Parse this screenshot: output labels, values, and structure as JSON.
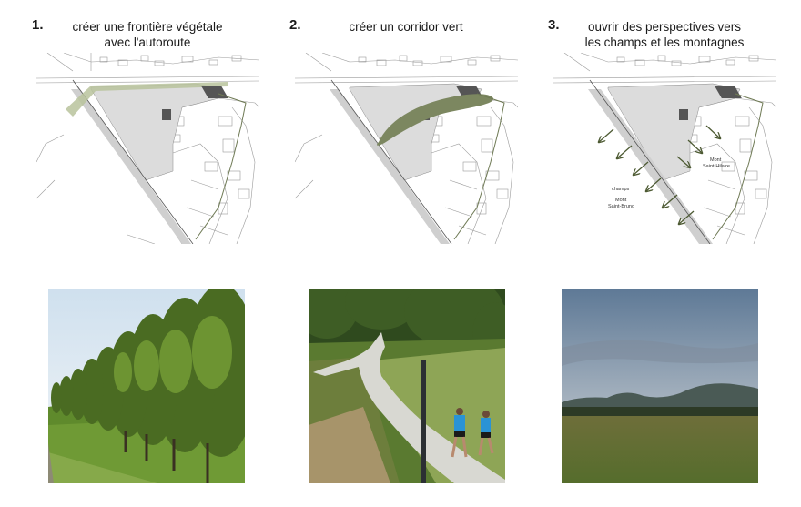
{
  "steps": [
    {
      "number": "1.",
      "caption_line1": "créer une frontière végétale",
      "caption_line2": "avec l'autoroute",
      "photo_icon": "tree-row-photo"
    },
    {
      "number": "2.",
      "caption_line1": "créer un corridor vert",
      "caption_line2": "",
      "photo_icon": "jogging-path-photo"
    },
    {
      "number": "3.",
      "caption_line1": "ouvrir des perspectives vers",
      "caption_line2": "les champs et les montagnes",
      "photo_icon": "mountain-field-photo"
    }
  ],
  "plan3_labels": {
    "mont_hilaire_1": "Mont",
    "mont_hilaire_2": "Saint-Hilaire",
    "champs": "champs",
    "mont_bruno_1": "Mont",
    "mont_bruno_2": "Saint-Bruno"
  },
  "colors": {
    "vegetation_green": "#6f7a55",
    "corridor_green": "#7c8760",
    "site_grey": "#dcdcdc",
    "arrow_green": "#4d5a33"
  }
}
